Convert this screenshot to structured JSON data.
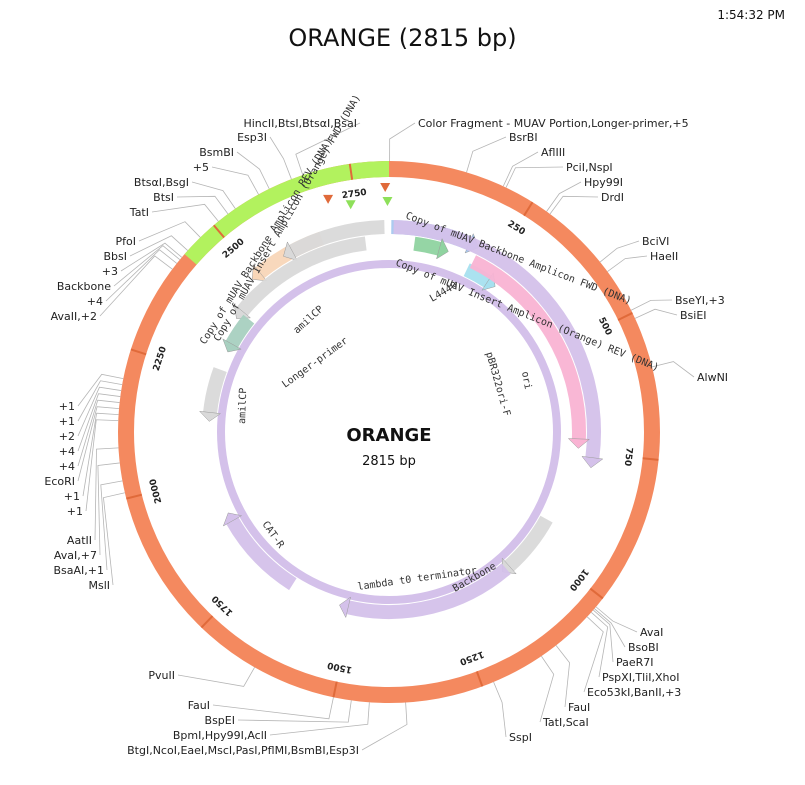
{
  "header": {
    "clock": "1:54:32 PM",
    "title": "ORANGE (2815 bp)"
  },
  "center": {
    "name": "ORANGE",
    "length": "2815 bp"
  },
  "map": {
    "total_bp": 2815,
    "colors": {
      "backbone_ring": "#f4895f",
      "insert_ring": "#b2f25e",
      "inner_ring": "#d4c1ea",
      "feature_grey": "#d9d9d9",
      "feature_peach": "#f8d6b8",
      "ori_pink": "#f9b3d3",
      "tick_mark": "#e06a3a"
    },
    "segments": [
      {
        "name": "Color Fragment - MUAV Portion",
        "start": 1,
        "end": 2815,
        "color": "#f4895f"
      },
      {
        "name": "insert",
        "start": 2432,
        "end": 2815,
        "color": "#b2f25e"
      }
    ],
    "ruler": [
      "250",
      "500",
      "750",
      "1000",
      "1250",
      "1500",
      "1750",
      "2000",
      "2250",
      "2500",
      "2750"
    ],
    "inner_features": [
      {
        "label": "Copy of mUAV Backbone Amplicon REV (DNA)",
        "start": 2665,
        "end": 2510,
        "level": 0,
        "color": "#f8d6b8"
      },
      {
        "label": "Copy of mUAV Insert Amplicon (Orange) FWD (DNA)",
        "start": 2805,
        "end": 2595,
        "level": 0,
        "color": "#d9d9d9"
      },
      {
        "label": "amilCP",
        "start": 2760,
        "end": 2420,
        "level": 1,
        "color": "#d9d9d9"
      },
      {
        "label": "amilCP",
        "start": 2270,
        "end": 2160,
        "level": 2,
        "color": "#d9d9d9"
      },
      {
        "label": "Longer-primer",
        "start": 2415,
        "end": 2340,
        "level": 2,
        "color": "#a8d0c0"
      },
      {
        "label": "Copy of mUAV Backbone Amplicon FWD (DNA)",
        "start": 5,
        "end": 180,
        "level": 0,
        "color": "#a6c8ef"
      },
      {
        "label": "Copy of mUAV Insert Amplicon (Orange) REV (DNA)",
        "start": 10,
        "end": 760,
        "level": 0,
        "color": "#d4c1ea"
      },
      {
        "label": "L4440",
        "start": 60,
        "end": 120,
        "level": 1,
        "color": "#8fd3a0"
      },
      {
        "label": "pBR322ori-F",
        "start": 200,
        "end": 260,
        "level": 2,
        "color": "#a6e0ef"
      },
      {
        "label": "ori",
        "start": 205,
        "end": 720,
        "level": 1,
        "color": "#f9b3d3"
      },
      {
        "label": "Backbone",
        "start": 930,
        "end": 1080,
        "level": 2,
        "color": "#d9d9d9"
      },
      {
        "label": "lambda t0 terminator",
        "start": 1090,
        "end": 1510,
        "level": 2,
        "color": "#d4c1ea"
      },
      {
        "label": "CAT-R",
        "start": 1660,
        "end": 1880,
        "level": 2,
        "color": "#d4c1ea"
      }
    ],
    "feature_labels": {
      "backbone_rev": "Copy of mUAV Backbone Amplicon REV (DNA)",
      "insert_fwd": "Copy of mUAV Insert Amplicon (Orange) FWD (DNA)",
      "backbone_fwd": "Copy of mUAV Backbone Amplicon FWD (DNA)",
      "insert_rev": "Copy of mUAV Insert Amplicon (Orange) REV (DNA)",
      "l4440": "L4440",
      "pbr": "pBR322ori-F",
      "ori": "ori",
      "amilcp_outer": "amilCP",
      "amilcp_inner": "amilCP",
      "longer_primer": "Longer-primer",
      "cat_r": "CAT-R",
      "lambda": "lambda t0 terminator",
      "backbone": "Backbone"
    },
    "sites": [
      {
        "text": "Color Fragment - MUAV Portion,Longer-primer,+5",
        "bp": 1
      },
      {
        "text": "BsrBI",
        "bp": 130
      },
      {
        "text": "AflIII",
        "bp": 195
      },
      {
        "text": "PciI,NspI",
        "bp": 200
      },
      {
        "text": "Hpy99I",
        "bp": 278
      },
      {
        "text": "DrdI",
        "bp": 285
      },
      {
        "text": "BciVI",
        "bp": 400
      },
      {
        "text": "HaeII",
        "bp": 420
      },
      {
        "text": "BseYI,+3",
        "bp": 495
      },
      {
        "text": "BsiEI",
        "bp": 510
      },
      {
        "text": "AlwNI",
        "bp": 595
      },
      {
        "text": "AvaI",
        "bp": 1018
      },
      {
        "text": "BsoBI",
        "bp": 1022
      },
      {
        "text": "PaeR7I",
        "bp": 1025
      },
      {
        "text": "PspXI,TliI,XhoI",
        "bp": 1030
      },
      {
        "text": "Eco53kI,BanII,+3",
        "bp": 1040
      },
      {
        "text": "FauI",
        "bp": 1110
      },
      {
        "text": "TatI,ScaI",
        "bp": 1140
      },
      {
        "text": "SspI",
        "bp": 1230
      },
      {
        "text": "BtgI,NcoI,EaeI,MscI,PasI,PflMI,BsmBI,Esp3I",
        "bp": 1380
      },
      {
        "text": "BpmI,Hpy99I,AclI",
        "bp": 1440
      },
      {
        "text": "BspEI",
        "bp": 1470
      },
      {
        "text": "FauI",
        "bp": 1500
      },
      {
        "text": "PvuII",
        "bp": 1640
      },
      {
        "text": "MslI",
        "bp": 2010
      },
      {
        "text": "BsaAI,+1",
        "bp": 2030
      },
      {
        "text": "AvaI,+7",
        "bp": 2060
      },
      {
        "text": "AatII",
        "bp": 2085
      },
      {
        "text": "+1",
        "bp": 2130
      },
      {
        "text": "+1",
        "bp": 2140
      },
      {
        "text": "EcoRI",
        "bp": 2150
      },
      {
        "text": "+4",
        "bp": 2160
      },
      {
        "text": "+4",
        "bp": 2170
      },
      {
        "text": "+2",
        "bp": 2180
      },
      {
        "text": "+1",
        "bp": 2190
      },
      {
        "text": "+1",
        "bp": 2200
      },
      {
        "text": "AvaII,+2",
        "bp": 2400
      },
      {
        "text": "+4",
        "bp": 2412
      },
      {
        "text": "Backbone",
        "bp": 2420
      },
      {
        "text": "+3",
        "bp": 2425
      },
      {
        "text": "BbsI",
        "bp": 2440
      },
      {
        "text": "PfoI",
        "bp": 2470
      },
      {
        "text": "TatI",
        "bp": 2510
      },
      {
        "text": "BtsI",
        "bp": 2530
      },
      {
        "text": "BtsαI,BsgI",
        "bp": 2545
      },
      {
        "text": "+5",
        "bp": 2590
      },
      {
        "text": "BsmBI",
        "bp": 2610
      },
      {
        "text": "Esp3I",
        "bp": 2650
      },
      {
        "text": "HincII,BtsI,BtsαI,BsaI",
        "bp": 2670
      }
    ]
  }
}
